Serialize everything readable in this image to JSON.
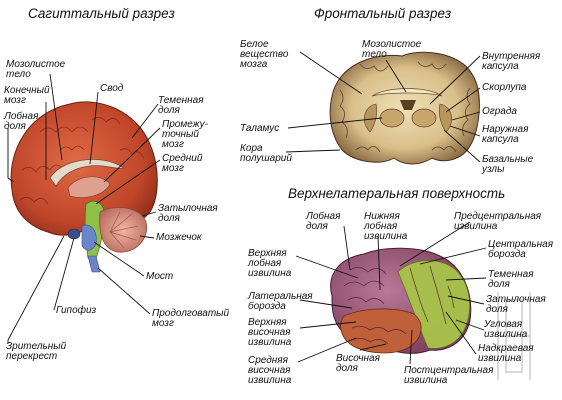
{
  "titles": {
    "sagittal": "Сагиттальный разрез",
    "frontal": "Фронтальный разрез",
    "lateral": "Верхнелатеральная поверхность"
  },
  "sagittal_labels": {
    "corpus_callosum": "Мозолистое\nтело",
    "telencephalon": "Конечный\nмозг",
    "frontal_lobe": "Лобная\nдоля",
    "fornix": "Свод",
    "parietal_lobe": "Теменная\nдоля",
    "diencephalon": "Промежу-\nточный\nмозг",
    "midbrain": "Средний\nмозг",
    "occipital_lobe": "Затылочная\nдоля",
    "cerebellum": "Мозжечок",
    "pons": "Мост",
    "medulla": "Продолговатый\nмозг",
    "pituitary": "Гипофиз",
    "optic_chiasm": "Зрительный\nперекрест"
  },
  "frontal_labels": {
    "white_matter": "Белое\nвещество\nмозга",
    "corpus_callosum": "Мозолистое\nтело",
    "internal_capsule": "Внутренняя\nкапсула",
    "putamen": "Скорлупа",
    "claustrum": "Ограда",
    "external_capsule": "Наружная\nкапсула",
    "thalamus": "Таламус",
    "cortex": "Кора\nполушарий",
    "basal_ganglia": "Базальные\nузлы"
  },
  "lateral_labels": {
    "frontal_lobe": "Лобная\nдоля",
    "inferior_frontal_gyrus": "Нижняя\nлобная\nизвилина",
    "precentral_gyrus": "Предцентральная\nизвилина",
    "central_sulcus": "Центральная\nборозда",
    "superior_frontal_gyrus": "Верхняя\nлобная\nизвилина",
    "parietal_lobe": "Теменная\nдоля",
    "occipital_lobe": "Затылочная\nдоля",
    "lateral_sulcus": "Латеральная\nборозда",
    "angular_gyrus": "Угловая\nизвилина",
    "superior_temporal_gyrus": "Верхняя\nвисочная\nизвилина",
    "supramarginal_gyrus": "Надкраевая\nизвилина",
    "middle_temporal_gyrus": "Средняя\nвисочная\nизвилина",
    "temporal_lobe": "Височная\nдоля",
    "postcentral_gyrus": "Постцентральная\nизвилина"
  },
  "colors": {
    "cortex_red": "#c0462a",
    "cortex_dark": "#8a2a18",
    "cerebellum": "#d88a7a",
    "brainstem_green": "#8ec04a",
    "pons_blue": "#6a86c8",
    "pituitary_blue": "#3a4f8a",
    "frontal_tan": "#d9bf8a",
    "frontal_dark": "#5a3e22",
    "lateral_purple": "#9a5a7a",
    "lateral_green": "#a9c44a",
    "lateral_temporal": "#c0603a"
  }
}
